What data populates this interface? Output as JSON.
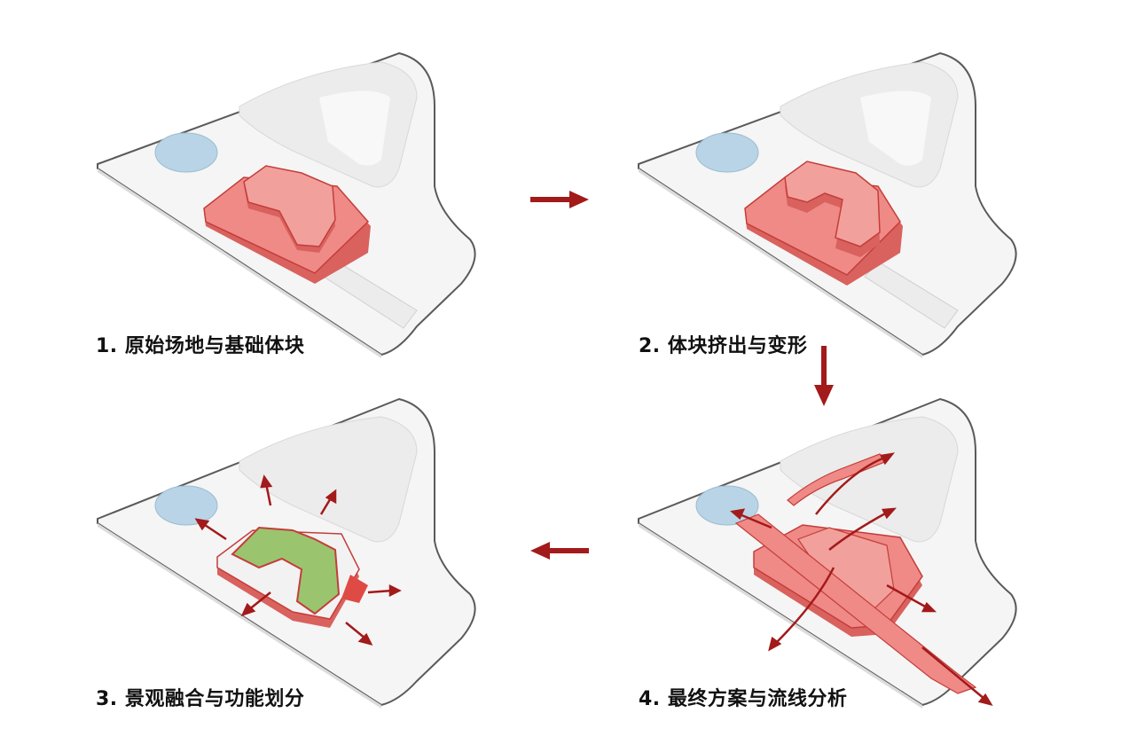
{
  "steps": [
    {
      "label": "1. 原始场地与基础体块"
    },
    {
      "label": "2. 体块挤出与变形"
    },
    {
      "label": "3. 景观融合与功能划分"
    },
    {
      "label": "4. 最终方案与流线分析"
    }
  ],
  "colors": {
    "accent": "#a31a1a",
    "mass_fill": "#ef8a86",
    "mass_side": "#d9625e",
    "mass_edge": "#c43d3a",
    "roof_green": "#9bc46e",
    "water": "#b9d4e6",
    "site": "#f4f4f4"
  },
  "icons": [
    "arrow-right-icon",
    "arrow-down-icon",
    "arrow-left-icon"
  ]
}
